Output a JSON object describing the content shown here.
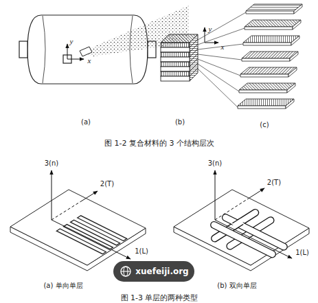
{
  "diagram": {
    "labels": [
      "y",
      "x",
      "(a)",
      "y",
      "x",
      "(b)",
      "(c)",
      "图 1-2 复合材料的 3 个结构层次",
      "3(n)",
      "2(T)",
      "1(L)",
      "(a) 单向单层",
      "3(n)",
      "2(T)",
      "1(L)",
      "(b) 双向单层",
      "图 1-3 单层的两种类型",
      "xuefeiji.org"
    ]
  }
}
